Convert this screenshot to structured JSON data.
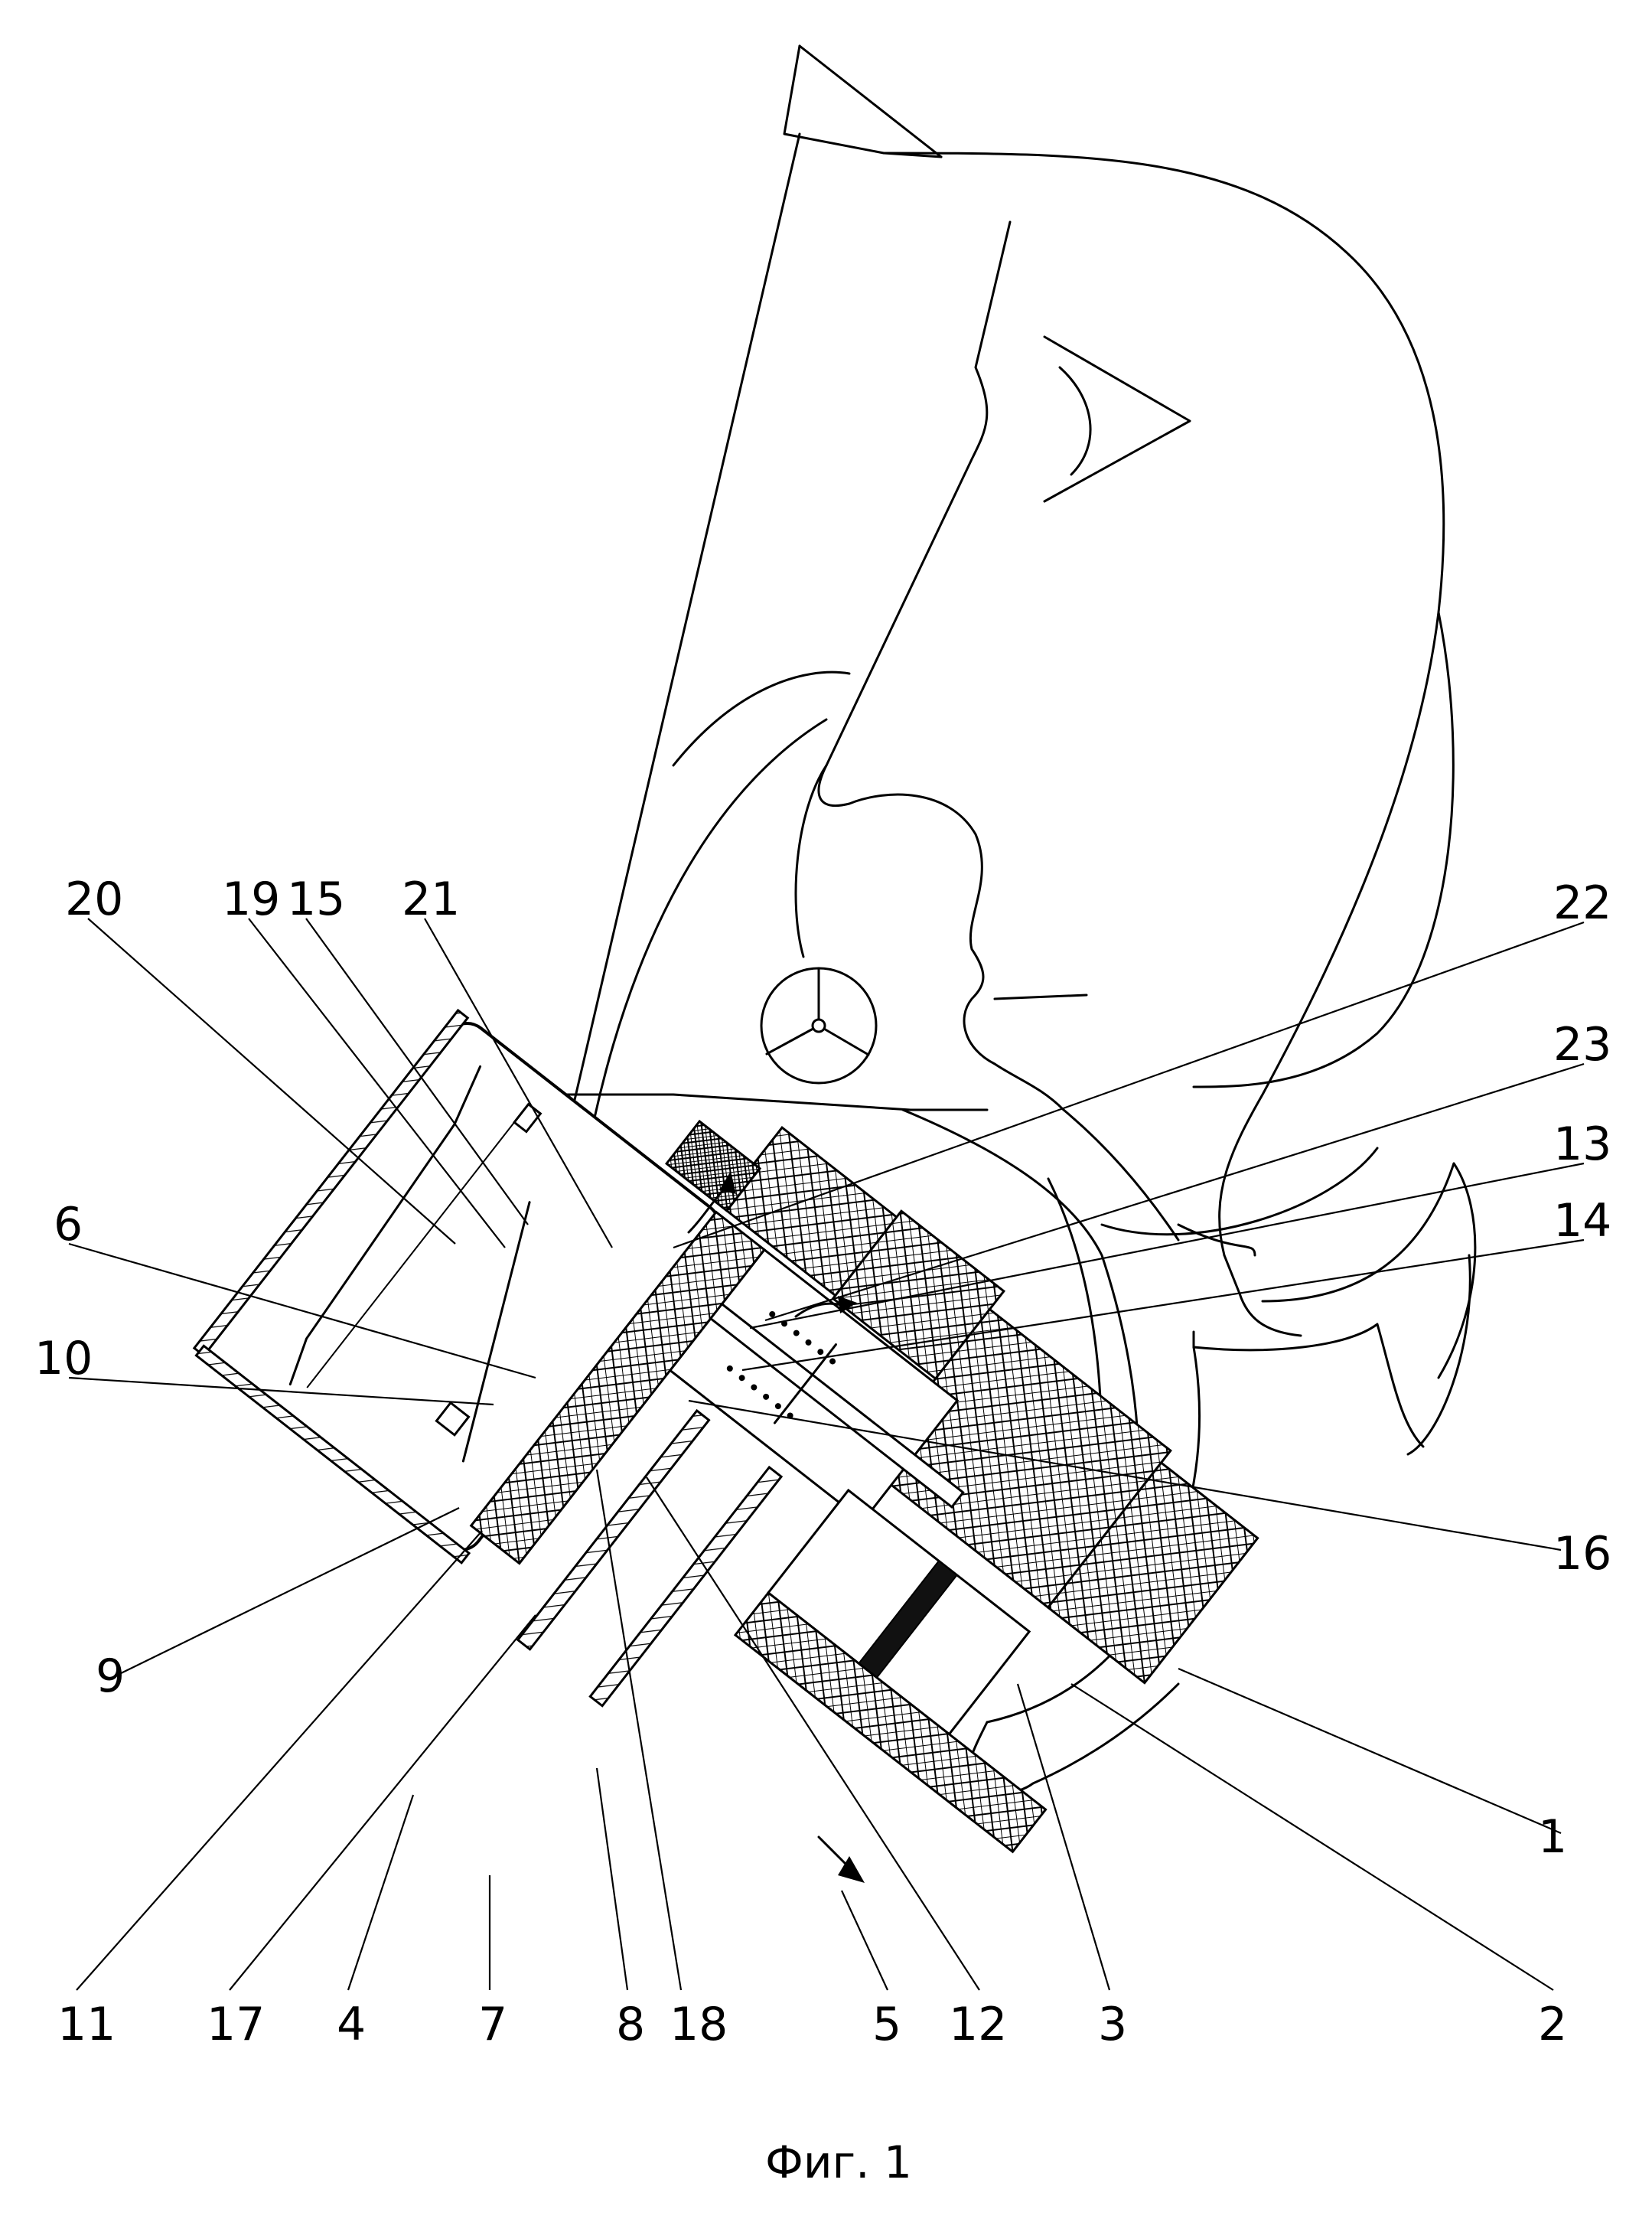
{
  "caption": "Фиг. 1",
  "callouts": [
    {
      "id": "20",
      "label": "20"
    },
    {
      "id": "19",
      "label": "19"
    },
    {
      "id": "15",
      "label": "15"
    },
    {
      "id": "21",
      "label": "21"
    },
    {
      "id": "22",
      "label": "22"
    },
    {
      "id": "23",
      "label": "23"
    },
    {
      "id": "13",
      "label": "13"
    },
    {
      "id": "14",
      "label": "14"
    },
    {
      "id": "6",
      "label": "6"
    },
    {
      "id": "10",
      "label": "10"
    },
    {
      "id": "16",
      "label": "16"
    },
    {
      "id": "9",
      "label": "9"
    },
    {
      "id": "1",
      "label": "1"
    },
    {
      "id": "11",
      "label": "11"
    },
    {
      "id": "17",
      "label": "17"
    },
    {
      "id": "4",
      "label": "4"
    },
    {
      "id": "7",
      "label": "7"
    },
    {
      "id": "8",
      "label": "8"
    },
    {
      "id": "18",
      "label": "18"
    },
    {
      "id": "5",
      "label": "5"
    },
    {
      "id": "12",
      "label": "12"
    },
    {
      "id": "3",
      "label": "3"
    },
    {
      "id": "2",
      "label": "2"
    }
  ]
}
